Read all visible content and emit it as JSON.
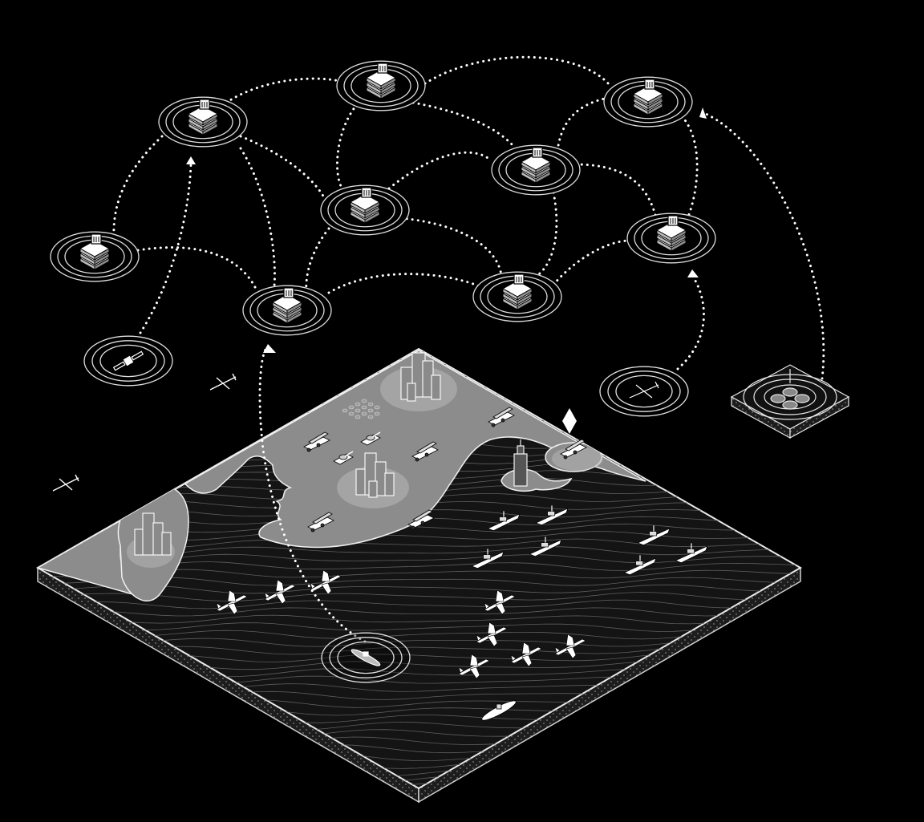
{
  "colors": {
    "background": "#000000",
    "line": "#ffffff",
    "land": "#8a8a8a",
    "sea": "#151515",
    "sea_wave": "#5a5a5a",
    "node_ring": "#d8d8d8",
    "city_halo": "#b5b5b5",
    "unit_fill": "#ffffff"
  },
  "diagram": {
    "type": "isometric network diagram",
    "server_icon": "server-stack-icon",
    "connection_style": "dotted",
    "arrow_icon": "triangle-arrow-icon",
    "marker_icon": "diamond-marker-icon",
    "sources": [
      "satellite",
      "drone",
      "submarine",
      "ground-antenna"
    ],
    "map_units": {
      "cities": 4,
      "missile_launchers": 7,
      "tanks": 2,
      "warships": 7,
      "fighter_jets": 9,
      "submarines": 1,
      "drones_in_air": 2
    }
  }
}
